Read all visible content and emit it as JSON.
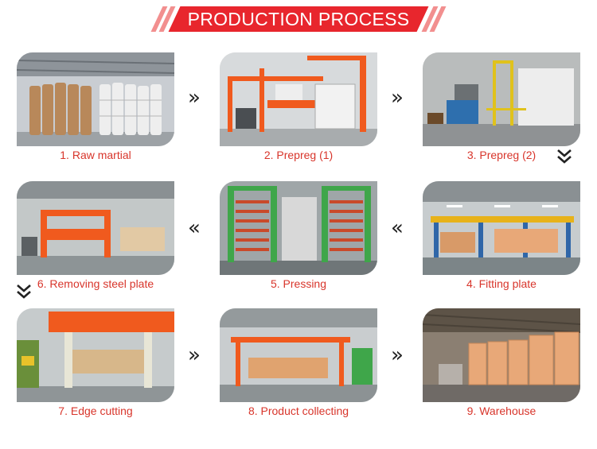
{
  "title": "PRODUCTION PROCESS",
  "steps": [
    {
      "label": "1. Raw martial"
    },
    {
      "label": "2. Prepreg (1)"
    },
    {
      "label": "3. Prepreg (2)"
    },
    {
      "label": "4. Fitting plate"
    },
    {
      "label": "5. Pressing"
    },
    {
      "label": "6. Removing steel plate"
    },
    {
      "label": "7. Edge cutting"
    },
    {
      "label": "8. Product collecting"
    },
    {
      "label": "9. Warehouse"
    }
  ],
  "arrows": {
    "right": "»",
    "left": "«",
    "down": "⌄"
  },
  "colors": {
    "accent": "#e8262d",
    "caption": "#d8352b",
    "machine_orange": "#f05a1e",
    "machine_green": "#3fa64a",
    "board_tan": "#e8a878"
  }
}
